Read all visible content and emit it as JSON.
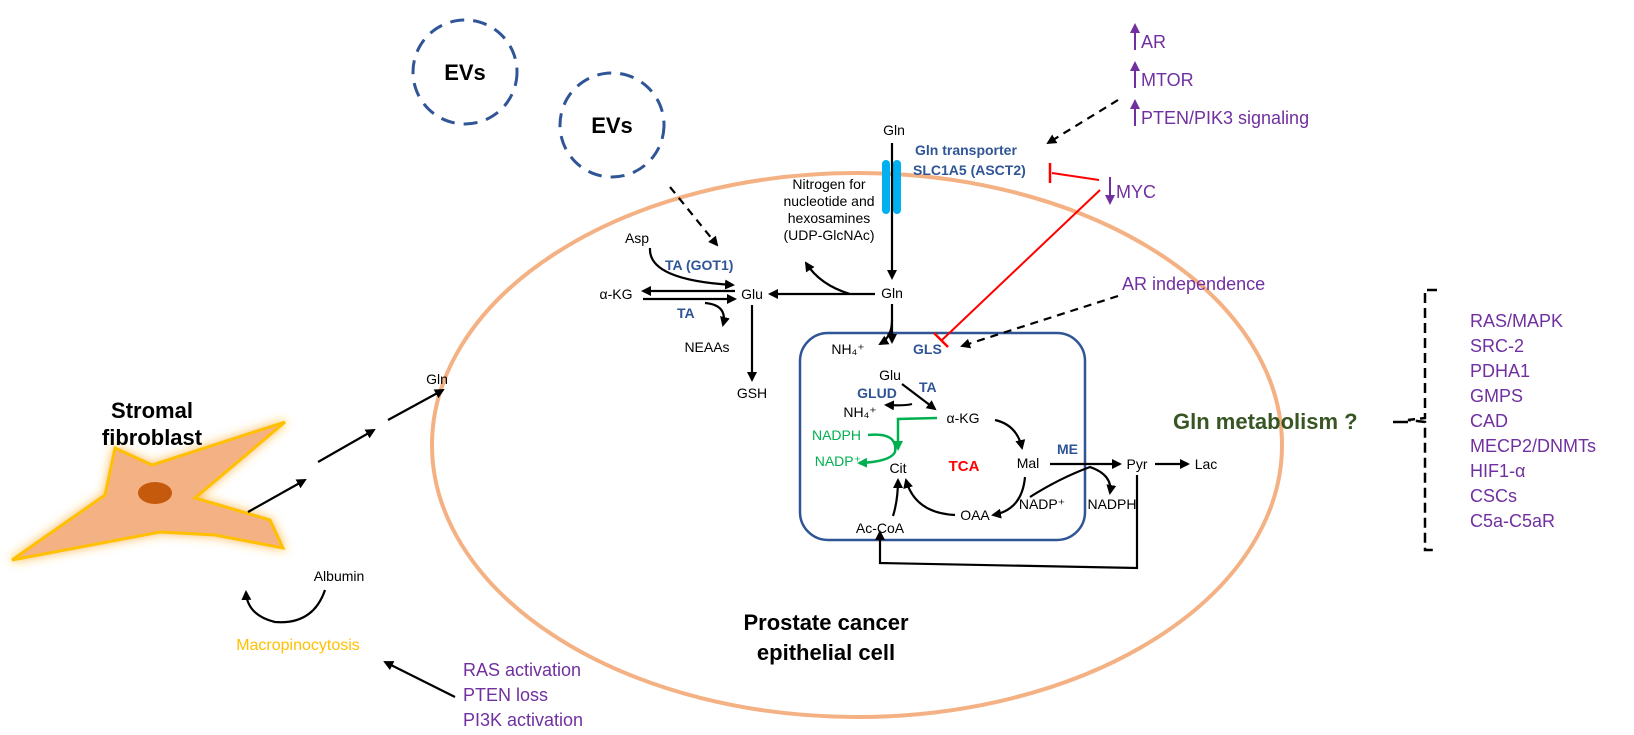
{
  "colors": {
    "cell_membrane": "#f4b183",
    "mitochondria": "#2f5597",
    "enzyme_blue": "#2f5597",
    "regulator_purple": "#7030a0",
    "nadph_green": "#00b050",
    "tca_red": "#ff0000",
    "inhibit_red": "#ff0000",
    "macropinocytosis_gold": "#ffc000",
    "gln_metabolism_green": "#375623",
    "transporter_cyan": "#00b0f0",
    "fibroblast_fill": "#f4b183",
    "fibroblast_nucleus": "#c55a11"
  },
  "vesicles": {
    "ev1": "EVs",
    "ev2": "EVs"
  },
  "transport": {
    "gln_outside": "Gln",
    "transporter_name": "Gln transporter",
    "transporter_gene": "SLC1A5 (ASCT2)"
  },
  "regulators": {
    "ar": "AR",
    "mtor": "MTOR",
    "pten_pik3": "PTEN/PIK3 signaling",
    "myc": "MYC",
    "ar_independence": "AR independence"
  },
  "cytosol": {
    "nitrogen_line1": "Nitrogen for",
    "nitrogen_line2": "nucleotide and",
    "nitrogen_line3": "hexosamines",
    "nitrogen_line4": "(UDP-GlcNAc)",
    "asp": "Asp",
    "ta_got1": "TA (GOT1)",
    "akg": "α-KG",
    "glu": "Glu",
    "gln": "Gln",
    "ta": "TA",
    "neaas": "NEAAs",
    "gsh": "GSH",
    "pyr": "Pyr",
    "lac": "Lac",
    "nadph": "NADPH"
  },
  "mitochondria": {
    "nh4_top": "NH₄⁺",
    "gls": "GLS",
    "glu": "Glu",
    "glud": "GLUD",
    "ta": "TA",
    "nh4": "NH₄⁺",
    "akg": "α-KG",
    "nadph": "NADPH",
    "nadp": "NADP⁺",
    "cit": "Cit",
    "tca": "TCA",
    "mal": "Mal",
    "me": "ME",
    "oaa": "OAA",
    "nadp2": "NADP⁺",
    "accoa": "Ac-CoA"
  },
  "cell_label": {
    "line1": "Prostate cancer",
    "line2": "epithelial cell"
  },
  "stroma": {
    "fibroblast_line1": "Stromal",
    "fibroblast_line2": "fibroblast",
    "gln": "Gln",
    "albumin": "Albumin",
    "macropinocytosis": "Macropinocytosis",
    "drivers": [
      "RAS activation",
      "PTEN loss",
      "PI3K activation"
    ]
  },
  "gln_metabolism": {
    "label": "Gln metabolism ?",
    "factors": [
      "RAS/MAPK",
      "SRC-2",
      "PDHA1",
      "GMPS",
      "CAD",
      "MECP2/DNMTs",
      "HIF1-α",
      "CSCs",
      "C5a-C5aR"
    ]
  }
}
